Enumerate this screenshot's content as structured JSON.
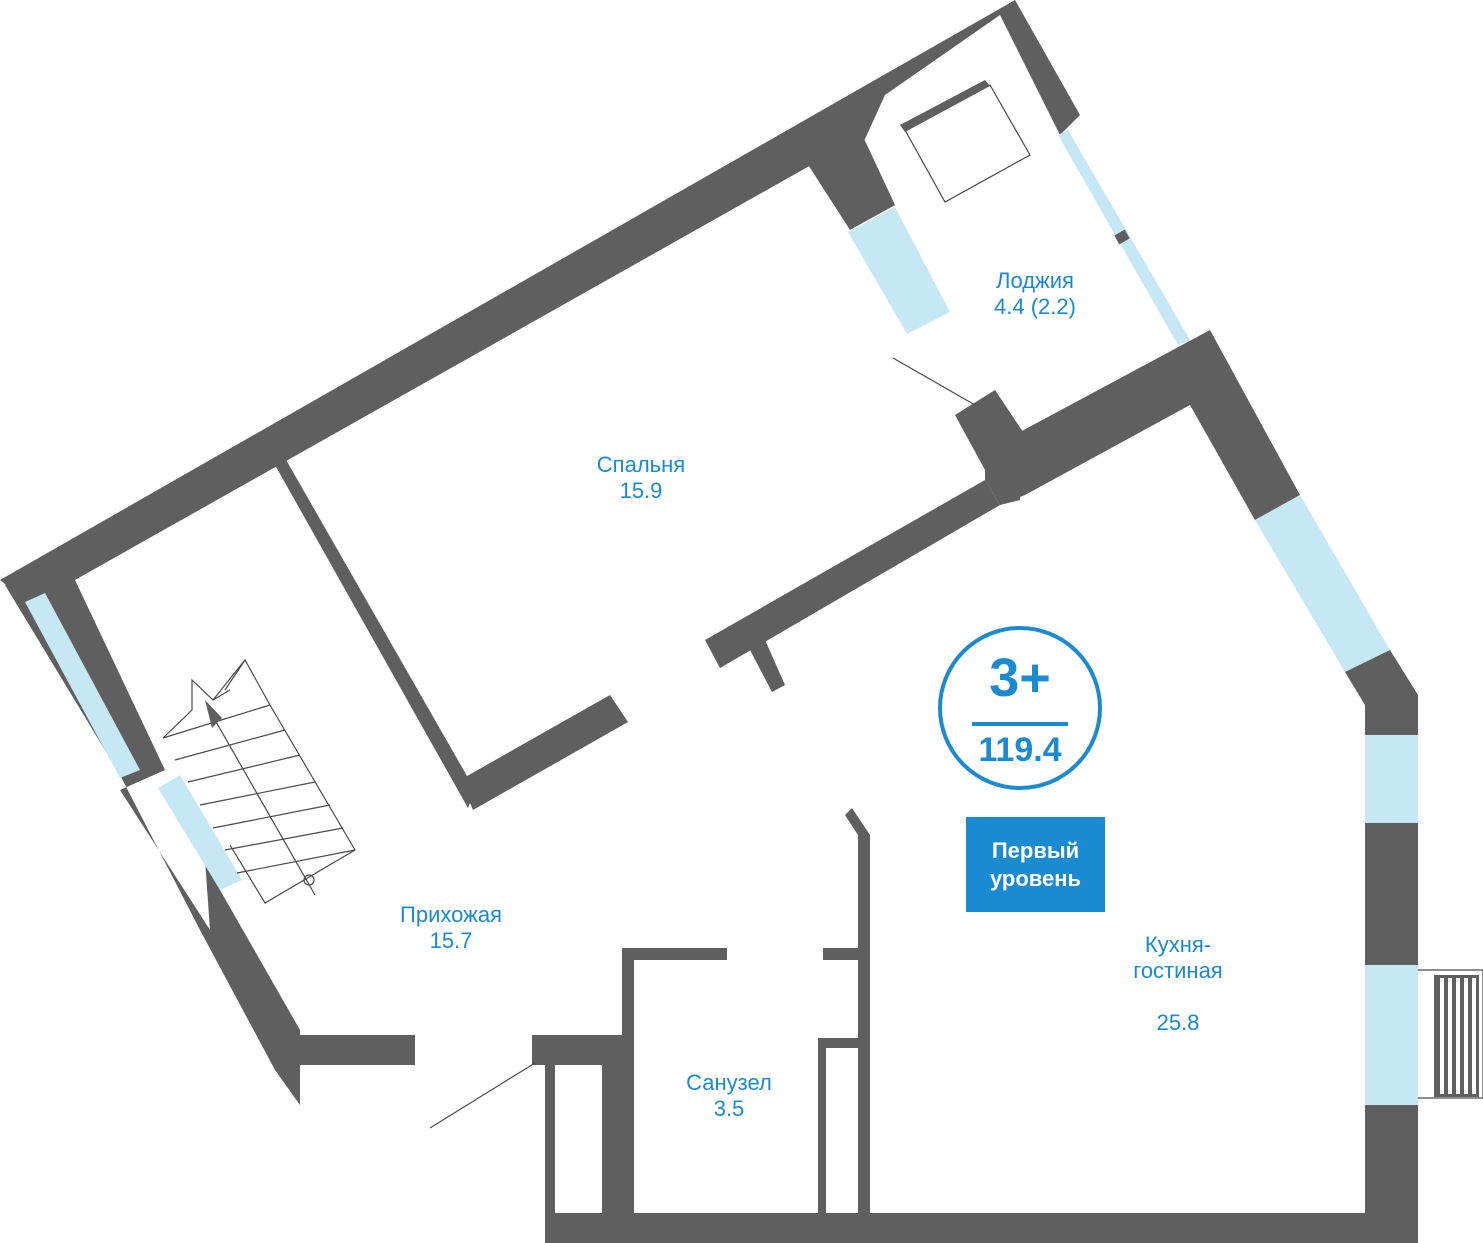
{
  "rooms": {
    "loggia": {
      "name": "Лоджия",
      "area": "4.4 (2.2)"
    },
    "bedroom": {
      "name": "Спальня",
      "area": "15.9"
    },
    "hallway": {
      "name": "Прихожая",
      "area": "15.7"
    },
    "kitchen": {
      "name": "Кухня-\nгостиная",
      "area": "25.8"
    },
    "bathroom": {
      "name": "Санузел",
      "area": "3.5"
    }
  },
  "badge": {
    "rooms": "3+",
    "total_area": "119.4"
  },
  "level": {
    "label": "Первый\nуровень"
  },
  "colors": {
    "wall": "#5f5f5f",
    "window": "#c6e7f4",
    "accent": "#1a8bd1"
  }
}
